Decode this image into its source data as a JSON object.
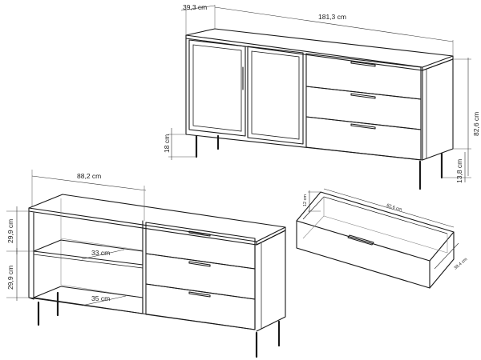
{
  "dimensions": {
    "top_depth": "39,3 cm",
    "top_width": "181,3 cm",
    "top_height": "82,6 cm",
    "top_leg_height": "18 cm",
    "top_leg_height_right": "13,8 cm",
    "bottom_width": "88,2 cm",
    "bottom_compartment_upper": "29,9 cm",
    "bottom_compartment_lower": "29,9 cm",
    "shelf_depth_upper": "33 cm",
    "shelf_depth_lower": "35 cm",
    "drawer_height": "12 cm",
    "drawer_width": "82,6 cm",
    "drawer_depth": "38,4 cm"
  }
}
